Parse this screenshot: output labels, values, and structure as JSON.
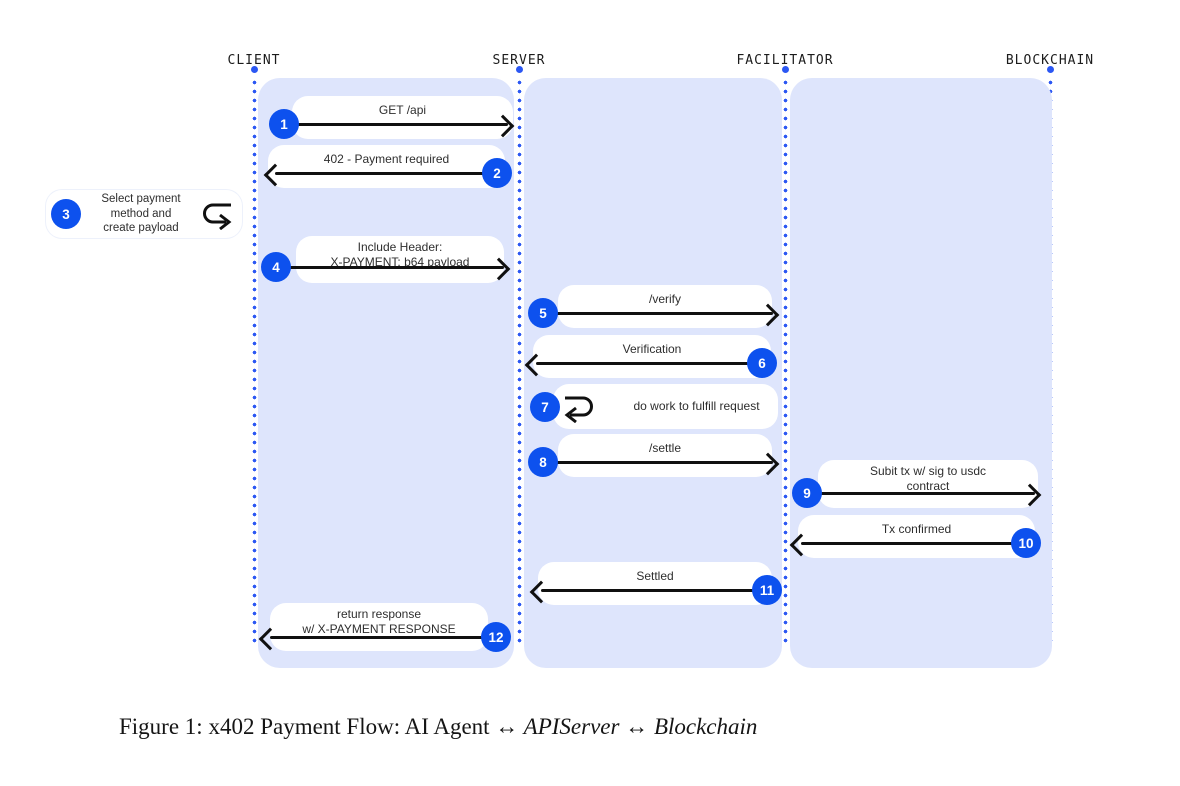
{
  "lanes": [
    {
      "label": "CLIENT"
    },
    {
      "label": "SERVER"
    },
    {
      "label": "FACILITATOR"
    },
    {
      "label": "BLOCKCHAIN"
    }
  ],
  "messages": [
    {
      "num": "1",
      "label": "GET /api",
      "from": "CLIENT",
      "to": "SERVER",
      "direction": "right"
    },
    {
      "num": "2",
      "label": "402 - Payment required",
      "from": "SERVER",
      "to": "CLIENT",
      "direction": "left"
    },
    {
      "num": "3",
      "label": "Select payment\nmethod and\ncreate payload",
      "from": "CLIENT",
      "to": "CLIENT",
      "direction": "self"
    },
    {
      "num": "4",
      "label": "Include Header:\nX-PAYMENT: b64 payload",
      "from": "CLIENT",
      "to": "SERVER",
      "direction": "right"
    },
    {
      "num": "5",
      "label": "/verify",
      "from": "SERVER",
      "to": "FACILITATOR",
      "direction": "right"
    },
    {
      "num": "6",
      "label": "Verification",
      "from": "FACILITATOR",
      "to": "SERVER",
      "direction": "left"
    },
    {
      "num": "7",
      "label": "do work to fulfill request",
      "from": "SERVER",
      "to": "SERVER",
      "direction": "self"
    },
    {
      "num": "8",
      "label": "/settle",
      "from": "SERVER",
      "to": "FACILITATOR",
      "direction": "right"
    },
    {
      "num": "9",
      "label": "Subit tx w/ sig to usdc\ncontract",
      "from": "FACILITATOR",
      "to": "BLOCKCHAIN",
      "direction": "right"
    },
    {
      "num": "10",
      "label": "Tx confirmed",
      "from": "BLOCKCHAIN",
      "to": "FACILITATOR",
      "direction": "left"
    },
    {
      "num": "11",
      "label": "Settled",
      "from": "FACILITATOR",
      "to": "SERVER",
      "direction": "left"
    },
    {
      "num": "12",
      "label": "return response\nw/ X-PAYMENT RESPONSE",
      "from": "SERVER",
      "to": "CLIENT",
      "direction": "left"
    }
  ],
  "caption": {
    "prefix": "Figure 1: x402 Payment Flow: AI Agent ",
    "lr_arrow": "↔",
    "api_server": " APIServer ",
    "lr_arrow2": "↔",
    "blockchain": " Blockchain"
  },
  "colors": {
    "accent_blue": "#0d51ee",
    "lifeline_blue": "#2b57f3",
    "panel_blue": "#dee5fc",
    "arrow_black": "#101010"
  }
}
